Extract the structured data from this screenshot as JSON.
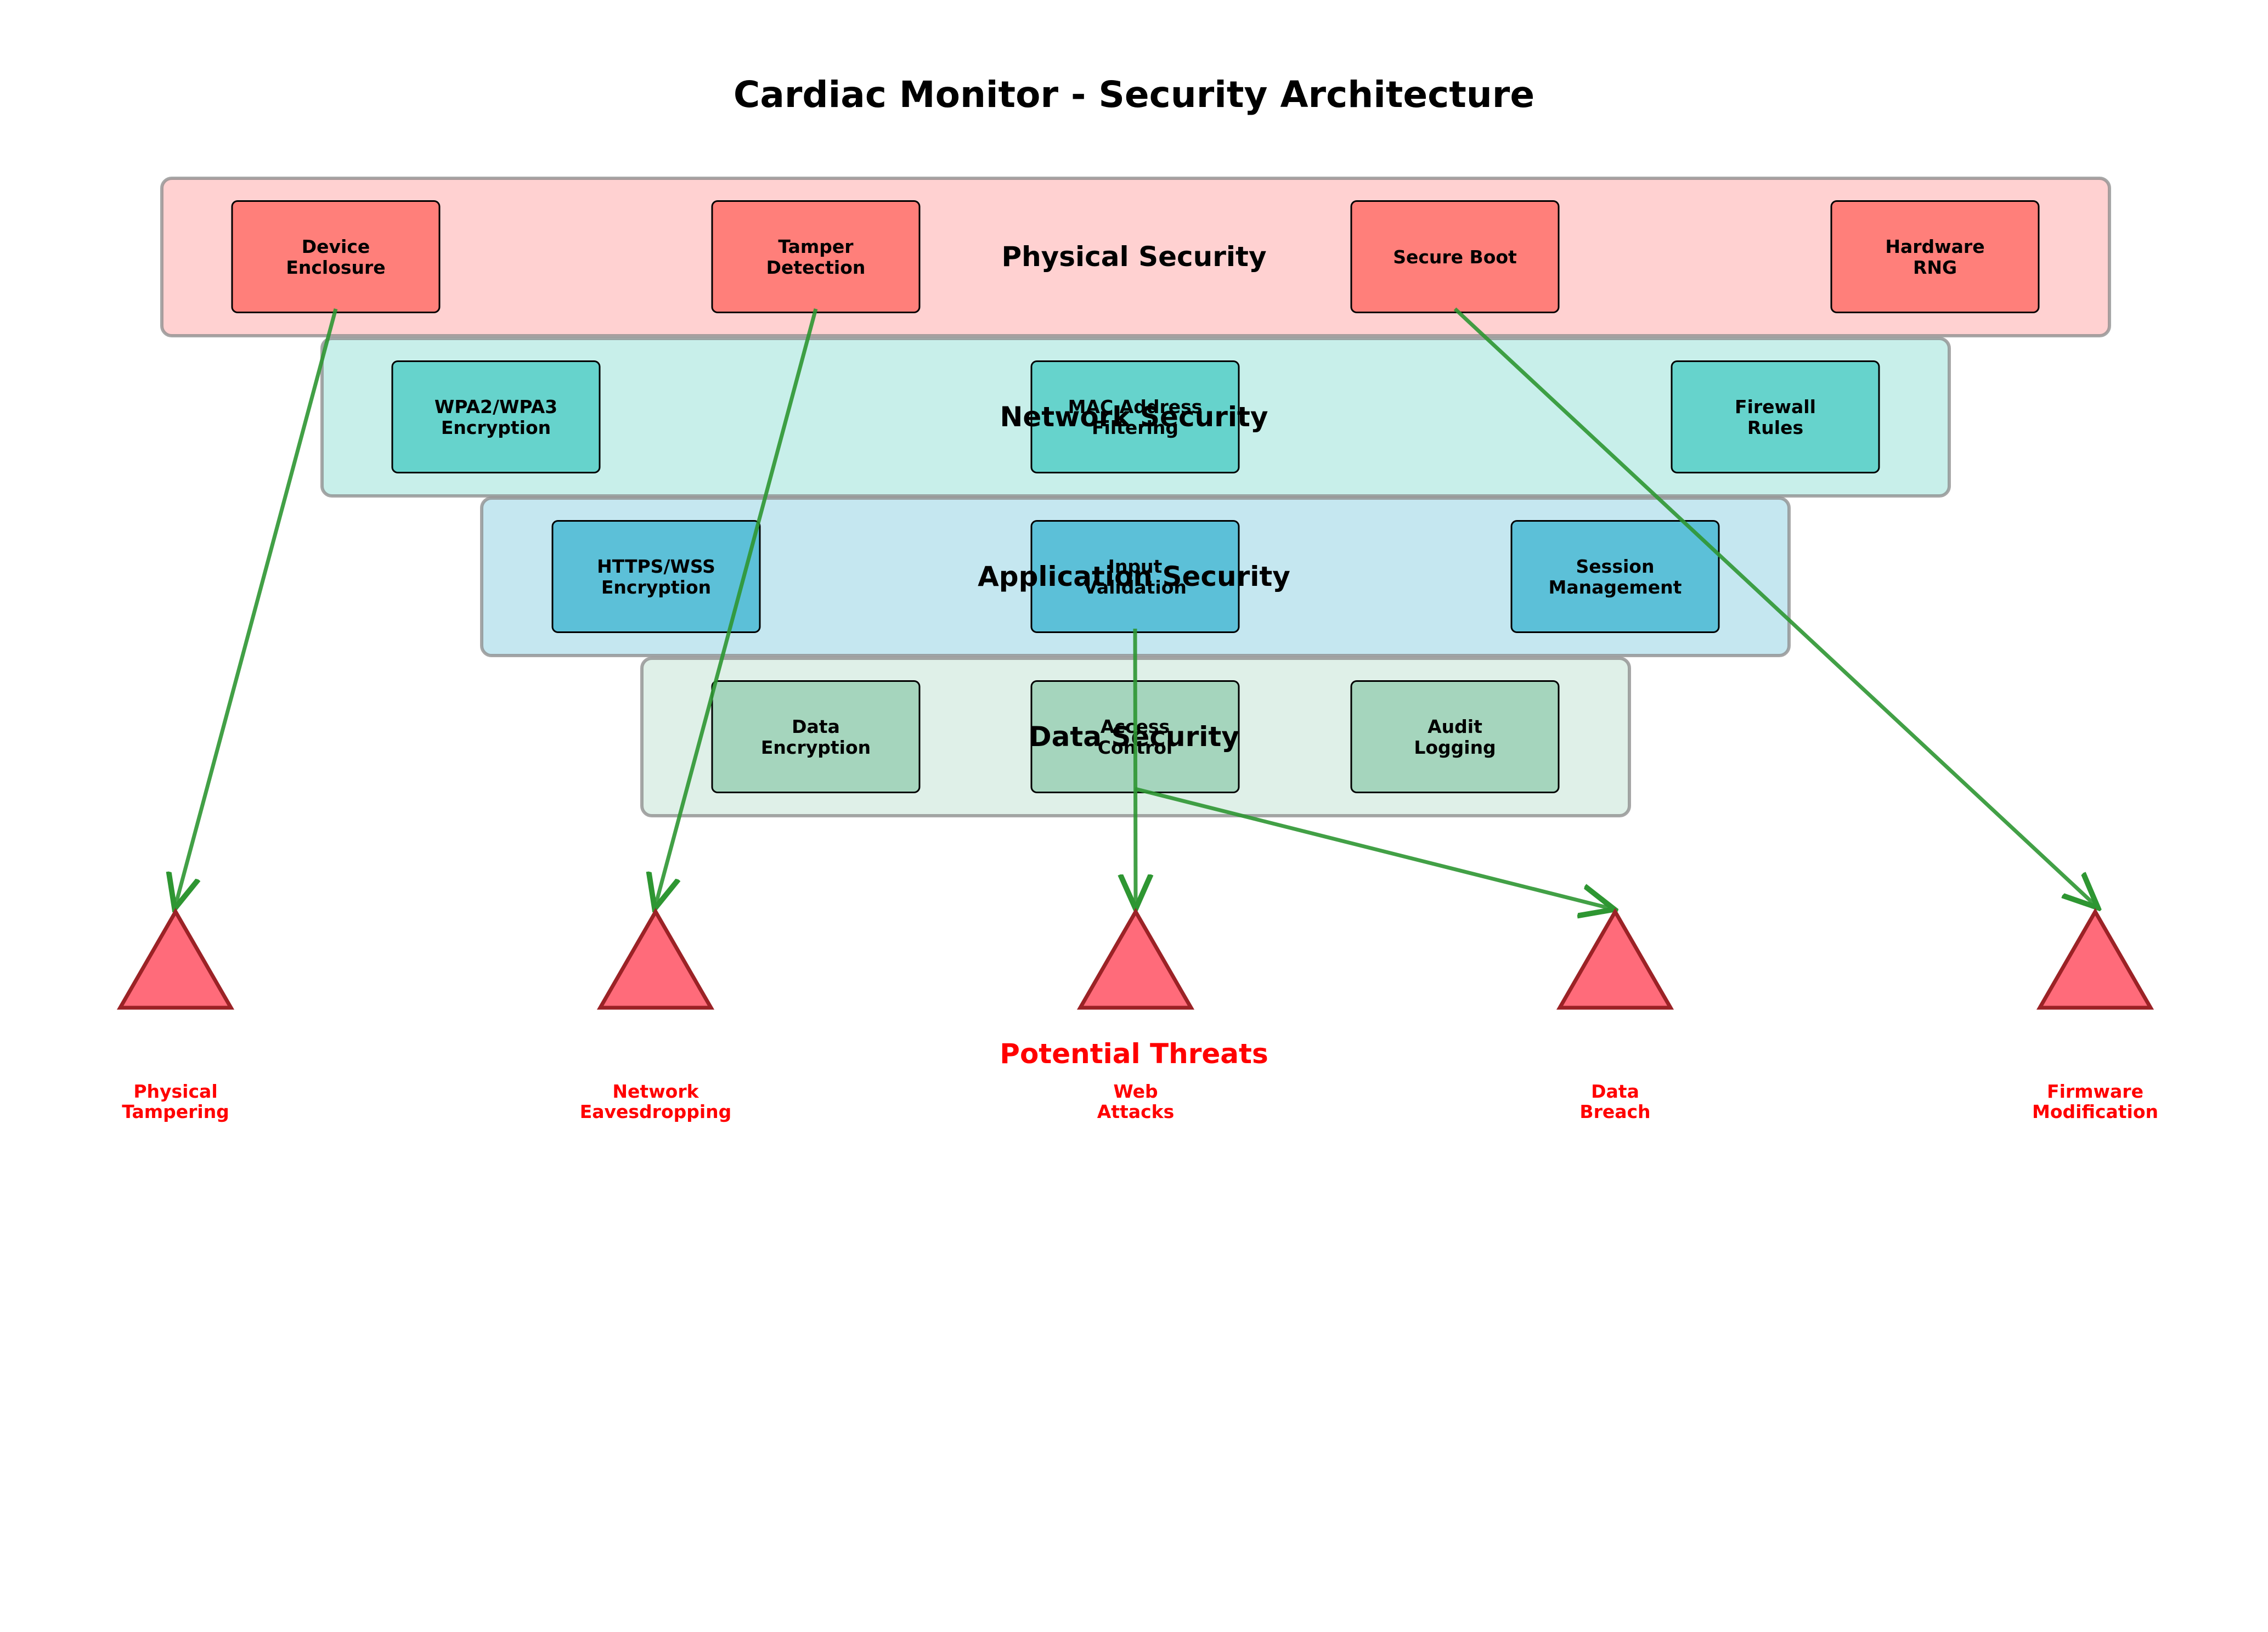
{
  "title": "Cardiac Monitor - Security Architecture",
  "colors": {
    "arrow": "#2e9632",
    "threat_fill": "#ff6b7a",
    "threat_stroke": "#9b2226",
    "threat_text": "#ff0000",
    "box_stroke": "#000000"
  },
  "layers": [
    {
      "name": "Physical Security",
      "bg": "#ffd1d1",
      "box_fill": "#ff7f7a",
      "components": [
        {
          "lines": [
            "Device",
            "Enclosure"
          ]
        },
        {
          "lines": [
            "Tamper",
            "Detection"
          ]
        },
        {
          "lines": [
            "Secure Boot"
          ]
        },
        {
          "lines": [
            "Hardware",
            "RNG"
          ]
        }
      ]
    },
    {
      "name": "Network Security",
      "bg": "#c8efea",
      "box_fill": "#66d3cc",
      "components": [
        {
          "lines": [
            "WPA2/WPA3",
            "Encryption"
          ]
        },
        {
          "lines": [
            "MAC Address",
            "Filtering"
          ]
        },
        {
          "lines": [
            "Firewall",
            "Rules"
          ]
        }
      ]
    },
    {
      "name": "Application Security",
      "bg": "#c5e7f0",
      "box_fill": "#5cc0d8",
      "components": [
        {
          "lines": [
            "HTTPS/WSS",
            "Encryption"
          ]
        },
        {
          "lines": [
            "Input",
            "Validation"
          ]
        },
        {
          "lines": [
            "Session",
            "Management"
          ]
        }
      ]
    },
    {
      "name": "Data Security",
      "bg": "#dff0e8",
      "box_fill": "#a5d5bd",
      "components": [
        {
          "lines": [
            "Data",
            "Encryption"
          ]
        },
        {
          "lines": [
            "Access",
            "Control"
          ]
        },
        {
          "lines": [
            "Audit",
            "Logging"
          ]
        }
      ]
    }
  ],
  "threats_heading": "Potential Threats",
  "threats": [
    {
      "lines": [
        "Physical",
        "Tampering"
      ]
    },
    {
      "lines": [
        "Network",
        "Eavesdropping"
      ]
    },
    {
      "lines": [
        "Web",
        "Attacks"
      ]
    },
    {
      "lines": [
        "Data",
        "Breach"
      ]
    },
    {
      "lines": [
        "Firmware",
        "Modification"
      ]
    }
  ],
  "mitigations": [
    {
      "from": "Device Enclosure",
      "to": "Physical Tampering"
    },
    {
      "from": "Tamper Detection",
      "to": "Network Eavesdropping"
    },
    {
      "from": "Input Validation",
      "to": "Web Attacks"
    },
    {
      "from": "Access Control",
      "to": "Data Breach"
    },
    {
      "from": "Secure Boot",
      "to": "Firmware Modification"
    }
  ]
}
